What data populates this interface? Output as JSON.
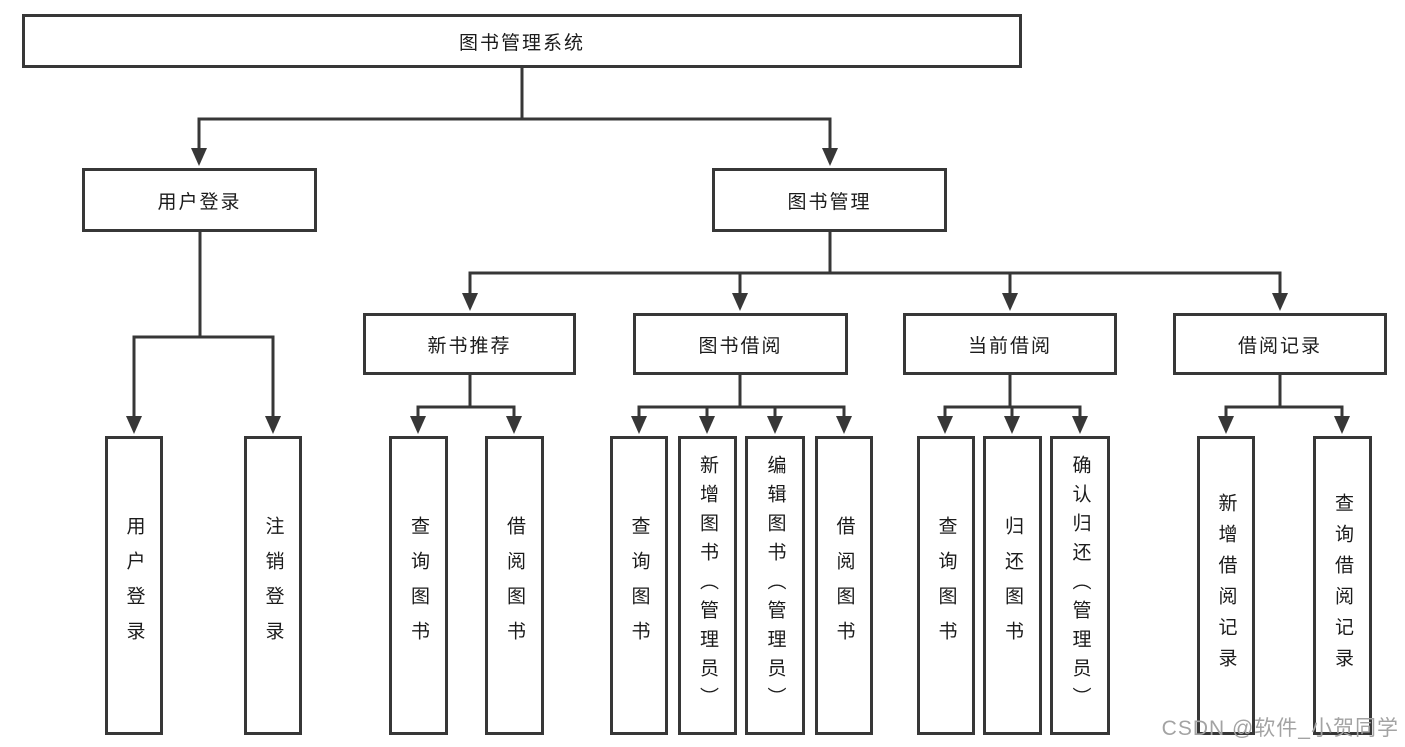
{
  "nodes": {
    "root": "图书管理系统",
    "level2": [
      "用户登录",
      "图书管理"
    ],
    "level3": [
      "新书推荐",
      "图书借阅",
      "当前借阅",
      "借阅记录"
    ],
    "leaves_login": [
      "用户登录",
      "注销登录"
    ],
    "leaves_recommend": [
      "查询图书",
      "借阅图书"
    ],
    "leaves_borrow": [
      "查询图书",
      "新增图书（管理员）",
      "编辑图书（管理员）",
      "借阅图书"
    ],
    "leaves_current": [
      "查询图书",
      "归还图书",
      "确认归还（管理员）"
    ],
    "leaves_records": [
      "新增借阅记录",
      "查询借阅记录"
    ]
  },
  "watermark": "CSDN @软件_小贺同学",
  "colors": {
    "line": "#373737",
    "text": "#1b1b1b",
    "watermark": "#a3a3a3",
    "background": "#ffffff"
  }
}
